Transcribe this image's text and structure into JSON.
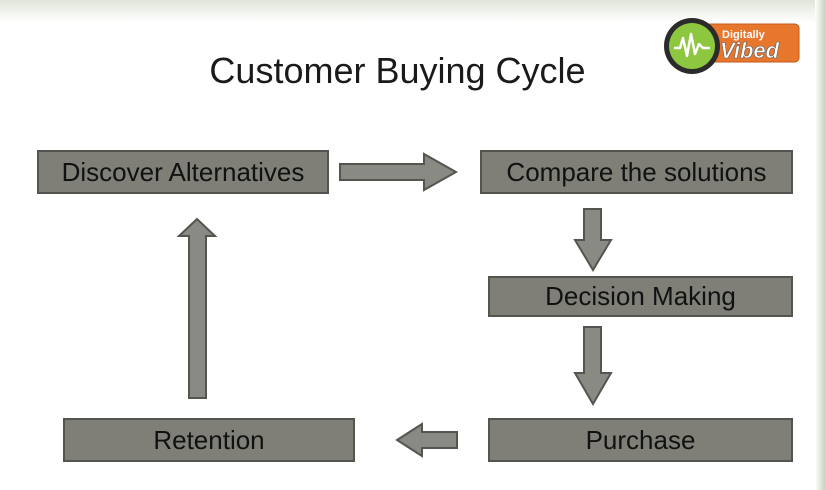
{
  "slide": {
    "title": "Customer Buying Cycle"
  },
  "steps": [
    {
      "id": "discover",
      "label": "Discover Alternatives"
    },
    {
      "id": "compare",
      "label": "Compare the solutions"
    },
    {
      "id": "decision",
      "label": "Decision Making"
    },
    {
      "id": "purchase",
      "label": "Purchase"
    },
    {
      "id": "retention",
      "label": "Retention"
    }
  ],
  "logo": {
    "line1": "Digitally",
    "line2": "Vibed"
  },
  "colors": {
    "box_fill": "#7f7f78",
    "box_border": "#555550",
    "arrow_fill": "#8a8a84",
    "logo_green": "#8dc63f",
    "logo_orange": "#e8772e"
  }
}
